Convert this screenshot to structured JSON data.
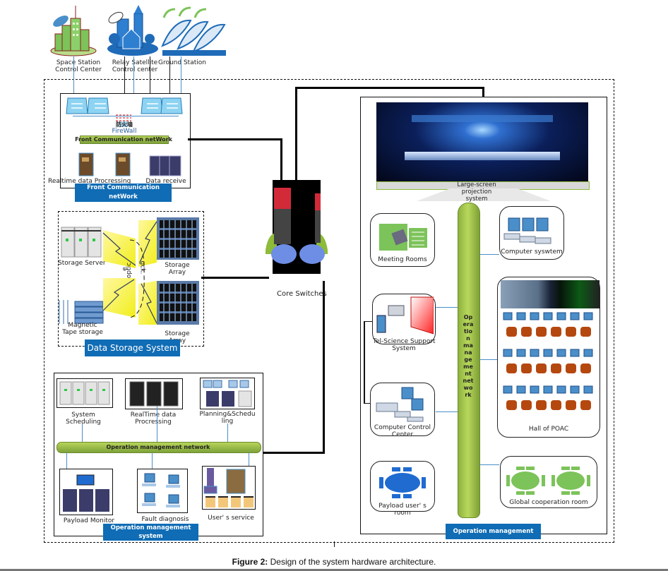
{
  "caption": {
    "prefix": "Figure 2:",
    "text": " Design of the system hardware architecture."
  },
  "top_sites": [
    {
      "label_line1": "Space Station",
      "label_line2": "Control Center",
      "icon": "city-satellite-dish-icon"
    },
    {
      "label_line1": "Relay Satellite",
      "label_line2": "Control center",
      "icon": "relay-satellite-town-icon"
    },
    {
      "label_line1": "Ground Station",
      "label_line2": "",
      "icon": "satellite-dishes-icon"
    }
  ],
  "front_comm": {
    "firewall_cn": "防火墙",
    "firewall": "FireWall",
    "pipe_label": "Front Communication netWork",
    "nodes": [
      "Realtime data Procressing",
      "Data receive"
    ],
    "title_line1": "Front Communication",
    "title_line2": "netWork"
  },
  "storage": {
    "title": "Data Storage System",
    "server": "Storage Server",
    "tape_line1": "Magnetic",
    "tape_line2": "Tape storage",
    "array1_line1": "Storage",
    "array1_line2": "Array",
    "array2_line1": "Storage",
    "array2_line2": "Array",
    "fiber_text1": "e",
    "fiber_text2": "optic",
    "fiber_text3": "gck."
  },
  "core": {
    "label": "Core Switches"
  },
  "ops_system": {
    "title_line1": "Operation management",
    "title_line2": "system",
    "pipe_label": "Operation management network",
    "top_nodes": [
      {
        "l1": "System",
        "l2": "Scheduling"
      },
      {
        "l1": "RealTime data",
        "l2": "Procressing"
      },
      {
        "l1": "Planning&Schedu",
        "l2": "ling"
      }
    ],
    "bottom_nodes": [
      "Payload Monitor",
      "Fault diagnosis",
      "User'   s service"
    ]
  },
  "ops_place": {
    "title": "Operation management place",
    "projection_l1": "Large-screen",
    "projection_l2": "projection",
    "projection_l3": "system",
    "vertical_network": [
      "Op",
      "era",
      "tio",
      "n",
      "ma",
      "na",
      "ge",
      "me",
      "nt",
      "net",
      "wo",
      "rk"
    ],
    "rooms": {
      "meeting": "Meeting Rooms",
      "computer_system": "Computer syswtem",
      "telescience_l1": "Tel-Science Support",
      "telescience_l2": "System",
      "hall": "Hall of POAC",
      "control_l1": "Computer Control",
      "control_l2": "Center",
      "payload_l1": "Payload user'   s",
      "payload_l2": "room",
      "global": "Global cooperation room"
    }
  },
  "colors": {
    "accent_blue": "#0f6cb5",
    "pipe_green": "#8db23e",
    "line_blue": "#4a8fc9",
    "seat_brown": "#b5480f"
  }
}
